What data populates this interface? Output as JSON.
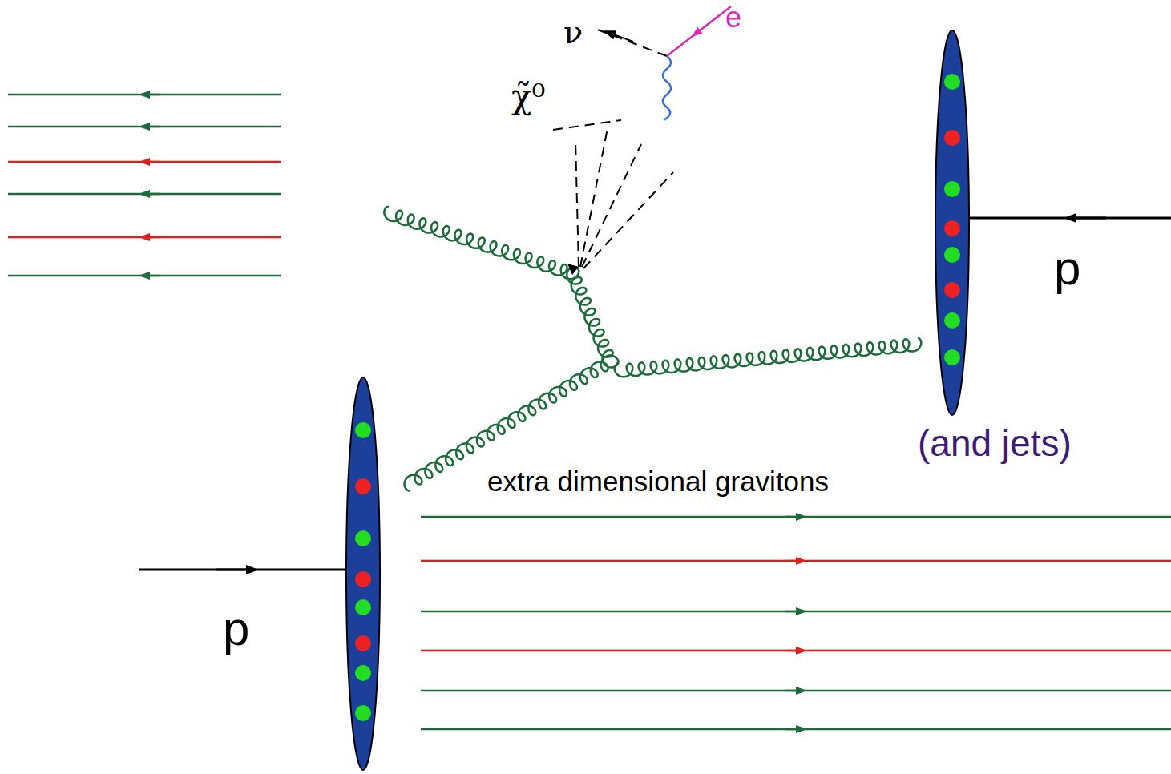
{
  "diagram": {
    "labels": [
      "ν",
      "e",
      "χ̃⁰",
      "p",
      "(and jets)",
      "extra dimensional gravitons",
      "p"
    ]
  }
}
